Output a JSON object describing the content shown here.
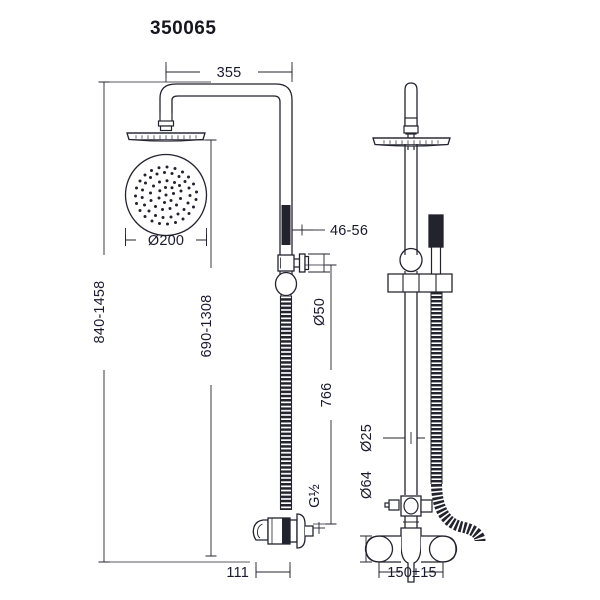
{
  "header": {
    "title": "350065"
  },
  "drawing": {
    "type": "technical-product-drawing",
    "subject": "shower-column-with-rain-head-hand-shower-and-mixer",
    "line_color": "#23232e",
    "background_color": "#ffffff",
    "views": [
      {
        "id": "side-view",
        "label": "side-view"
      },
      {
        "id": "front-view",
        "label": "front-view"
      }
    ]
  },
  "dimensions": {
    "top_width": "355",
    "overall_height_range": "840-1458",
    "riser_height_range": "690-1308",
    "head_diameter": "Ø200",
    "wall_offset_range": "46-56",
    "diverter_diameter": "Ø50",
    "hose_connection_height": "766",
    "thread_size": "G½",
    "mixer_projection": "111",
    "inlet_centers": "150±15",
    "slide_bar_diameter": "Ø25",
    "mixer_escutcheon_diameter": "Ø64"
  },
  "labels": [
    {
      "name": "dim-355",
      "text": "355"
    },
    {
      "name": "dim-840-1458",
      "text": "840-1458"
    },
    {
      "name": "dim-690-1308",
      "text": "690-1308"
    },
    {
      "name": "dim-d200",
      "text": "Ø200"
    },
    {
      "name": "dim-46-56",
      "text": "46-56"
    },
    {
      "name": "dim-d50",
      "text": "Ø50"
    },
    {
      "name": "dim-766",
      "text": "766"
    },
    {
      "name": "dim-g-half",
      "text": "G½"
    },
    {
      "name": "dim-111",
      "text": "111"
    },
    {
      "name": "dim-150-15",
      "text": "150±15"
    },
    {
      "name": "dim-d25",
      "text": "Ø25"
    },
    {
      "name": "dim-d64",
      "text": "Ø64"
    }
  ]
}
